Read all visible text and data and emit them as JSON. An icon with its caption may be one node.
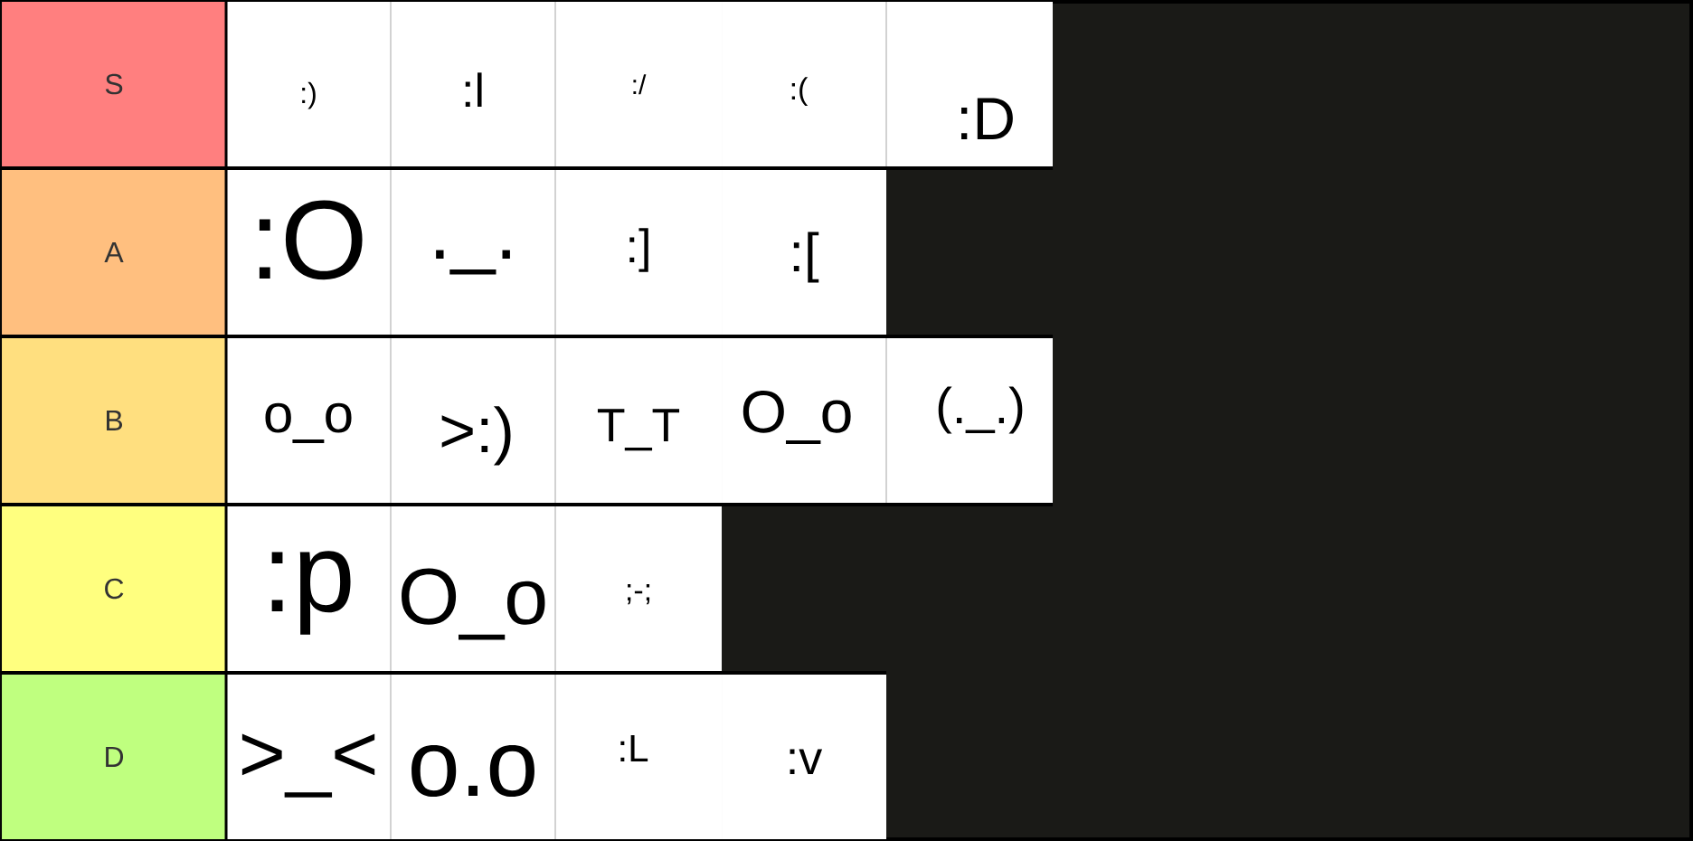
{
  "diagram": {
    "nodes": [
      {
        "text": [
          "S"
        ]
      },
      {
        "text": [
          ":)"
        ]
      },
      {
        "text": [
          ":l"
        ]
      },
      {
        "text": [
          ":/"
        ]
      },
      {
        "text": [
          ":("
        ]
      },
      {
        "text": [
          ":D"
        ]
      },
      {
        "text": [
          "A"
        ]
      },
      {
        "text": [
          ":O"
        ]
      },
      {
        "text": [
          "._."
        ]
      },
      {
        "text": [
          ":]"
        ]
      },
      {
        "text": [
          ":["
        ]
      },
      {
        "text": [
          "B"
        ]
      },
      {
        "text": [
          "o_o"
        ]
      },
      {
        "text": [
          ">:)"
        ]
      },
      {
        "text": [
          "T_T"
        ]
      },
      {
        "text": [
          "O_o"
        ]
      },
      {
        "text": [
          "(._.)"
        ]
      },
      {
        "text": [
          "C"
        ]
      },
      {
        "text": [
          ":p"
        ]
      },
      {
        "text": [
          "O_o"
        ]
      },
      {
        "text": [
          ";-;"
        ]
      },
      {
        "text": [
          "D"
        ]
      },
      {
        "text": [
          ">_<"
        ]
      },
      {
        "text": [
          "o.o"
        ]
      },
      {
        "text": [
          ":L"
        ]
      },
      {
        "text": [
          ":v"
        ]
      }
    ]
  }
}
